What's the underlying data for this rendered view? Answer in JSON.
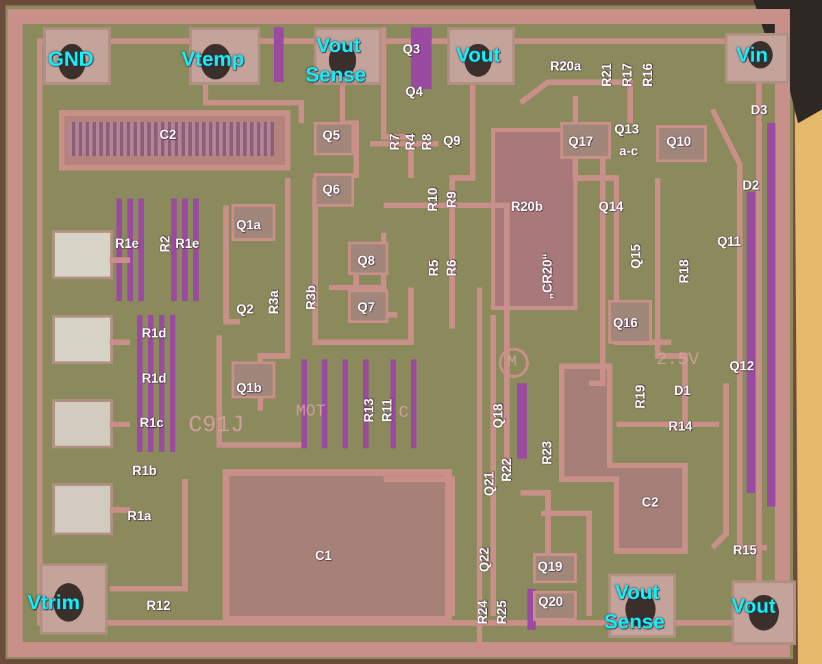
{
  "pads": {
    "gnd": "GND",
    "vtemp": "Vtemp",
    "vout_sense_top_1": "Vout",
    "vout_sense_top_2": "Sense",
    "vout_top": "Vout",
    "vin": "Vin",
    "vtrim": "Vtrim",
    "vout_sense_bottom_1": "Vout",
    "vout_sense_bottom_2": "Sense",
    "vout_bottom": "Vout"
  },
  "components": {
    "c2_top": "C2",
    "c2_right": "C2",
    "c1": "C1",
    "q1a": "Q1a",
    "q1b": "Q1b",
    "q2": "Q2",
    "q3": "Q3",
    "q4": "Q4",
    "q5": "Q5",
    "q6": "Q6",
    "q7": "Q7",
    "q8": "Q8",
    "q9": "Q9",
    "q10": "Q10",
    "q11": "Q11",
    "q12": "Q12",
    "q13": "Q13",
    "q13_sub": "a-c",
    "q14": "Q14",
    "q15": "Q15",
    "q16": "Q16",
    "q17": "Q17",
    "q18": "Q18",
    "q19": "Q19",
    "q20": "Q20",
    "q21": "Q21",
    "q22": "Q22",
    "r1e_left": "R1e",
    "r1e_right": "R1e",
    "r1d_top": "R1d",
    "r1d_bottom": "R1d",
    "r1c": "R1c",
    "r1b": "R1b",
    "r1a": "R1a",
    "r2": "R2",
    "r3a": "R3a",
    "r3b": "R3b",
    "r4": "R4",
    "r5": "R5",
    "r6": "R6",
    "r7": "R7",
    "r8": "R8",
    "r9": "R9",
    "r10": "R10",
    "r11": "R11",
    "r12": "R12",
    "r13": "R13",
    "r14": "R14",
    "r15": "R15",
    "r16": "R16",
    "r17": "R17",
    "r18": "R18",
    "r19": "R19",
    "r20a": "R20a",
    "r20b": "R20b",
    "r21": "R21",
    "r22": "R22",
    "r23": "R23",
    "r24": "R24",
    "r25": "R25",
    "cr20": "„CR20“",
    "d1": "D1",
    "d2": "D2",
    "d3": "D3"
  },
  "die_markings": {
    "c91j": "C91J",
    "mot": "MOT",
    "c": "C",
    "v25": "2.5V",
    "m": "M"
  },
  "colors": {
    "label_white": "#ffffff",
    "label_cyan": "#13f0f7",
    "substrate": "#8f8a5c",
    "metal": "#c99089",
    "via_purple": "#9a4aa0",
    "pad": "#c4a29a",
    "frame_gold": "#e5b86a"
  }
}
